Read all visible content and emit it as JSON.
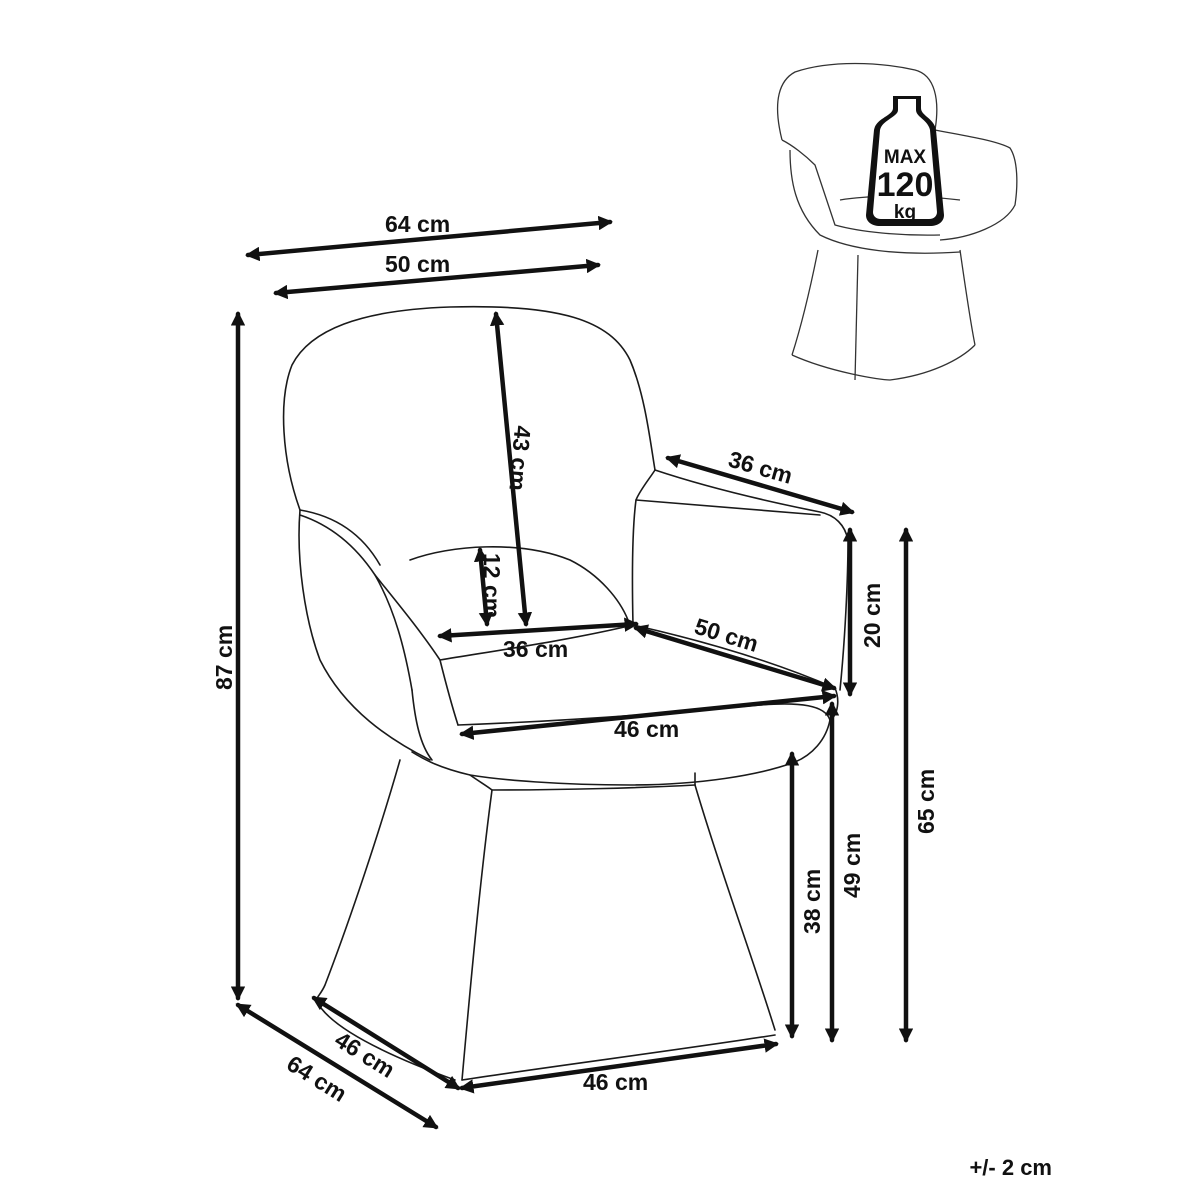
{
  "dimensions": {
    "overall_width": "64 cm",
    "back_width": "50 cm",
    "overall_height": "87 cm",
    "backrest_height": "43 cm",
    "back_curve_depth": "12 cm",
    "inner_seat_width": "36 cm",
    "armrest_length": "36 cm",
    "armrest_height": "20 cm",
    "seat_depth": "50 cm",
    "seat_width": "46 cm",
    "armrest_floor_height": "65 cm",
    "seat_height": "49 cm",
    "base_height": "38 cm",
    "base_depth": "46 cm",
    "overall_depth": "64 cm",
    "base_width": "46 cm"
  },
  "max_load": {
    "line1": "MAX",
    "line2": "120",
    "line3": "kg"
  },
  "tolerance": "+/- 2 cm"
}
